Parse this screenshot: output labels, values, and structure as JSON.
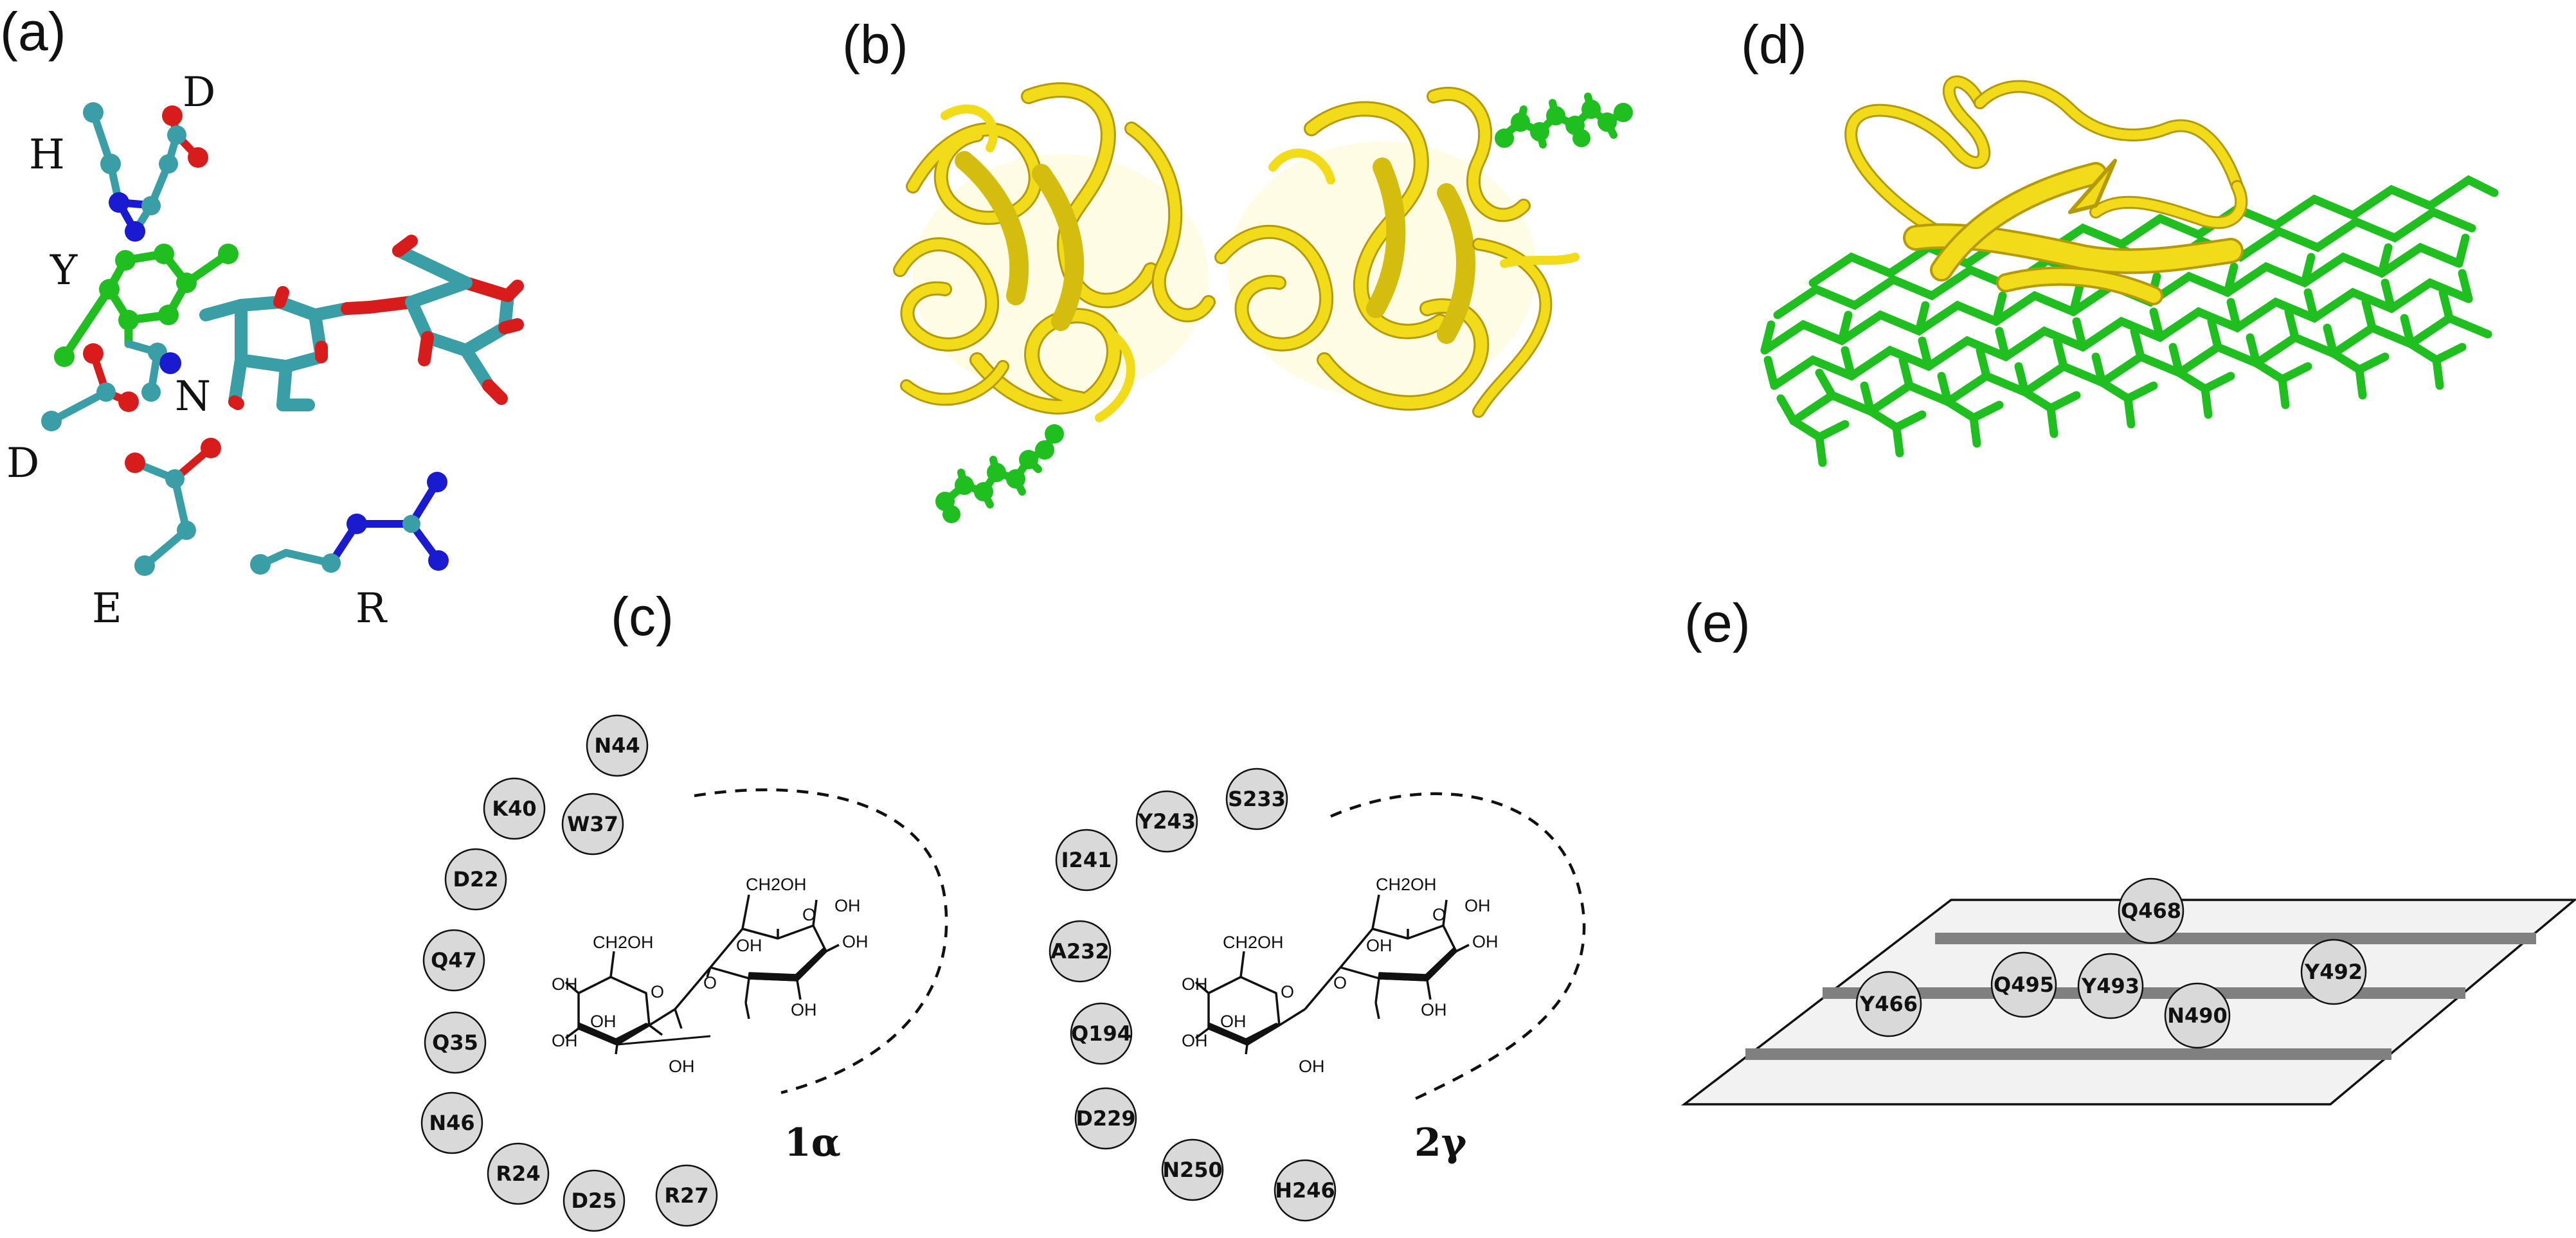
{
  "panels": {
    "a": {
      "label": "(a)",
      "residues": [
        "D",
        "H",
        "Y",
        "N",
        "D",
        "E",
        "R"
      ]
    },
    "b": {
      "label": "(b)"
    },
    "c": {
      "label": "(c)"
    },
    "d": {
      "label": "(d)"
    },
    "e": {
      "label": "(e)",
      "residues": [
        "Q468",
        "Y466",
        "Q495",
        "Y493",
        "N490",
        "Y492"
      ]
    }
  },
  "site1": {
    "name": "1α",
    "residues": [
      "N44",
      "K40",
      "W37",
      "D22",
      "Q47",
      "Q35",
      "N46",
      "R24",
      "D25",
      "R27"
    ]
  },
  "site2": {
    "name": "2γ",
    "residues": [
      "S233",
      "Y243",
      "I241",
      "A232",
      "Q194",
      "D229",
      "N250",
      "H246"
    ]
  },
  "sugar": {
    "ch2oh": "CH2OH",
    "oh": "OH",
    "o": "O"
  },
  "colors": {
    "protein_ribbon": "#f2dc1a",
    "ligand": "#1fbf1f",
    "carbon": "#3a9ea6",
    "oxygen": "#d81c1c",
    "nitrogen": "#1a1ad0",
    "residue_circle": "#d9d9d9",
    "surface": "#f2f2f2",
    "surface_stripe": "#808080"
  }
}
